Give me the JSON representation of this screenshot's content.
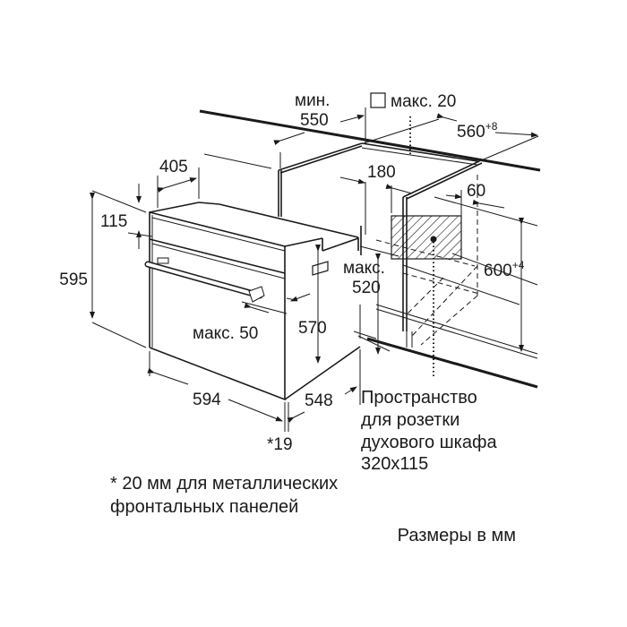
{
  "dimensions": {
    "min_label": "мин.",
    "min_550": "550",
    "max_20": "макс. 20",
    "d560": "560",
    "d560_tol": "+8",
    "d405": "405",
    "d180": "180",
    "d60": "60",
    "d115": "115",
    "d595": "595",
    "max_520_label": "макс.",
    "d520": "520",
    "d600": "600",
    "d600_tol": "+4",
    "max_50": "макс. 50",
    "d570": "570",
    "d594": "594",
    "d548": "548",
    "d19": "*19"
  },
  "socket_note": [
    "Пространство",
    "для розетки",
    "духового шкафа",
    "320x115"
  ],
  "footnote": [
    "* 20 мм для металлических",
    "фронтальных панелей"
  ],
  "units_note": "Размеры в мм"
}
